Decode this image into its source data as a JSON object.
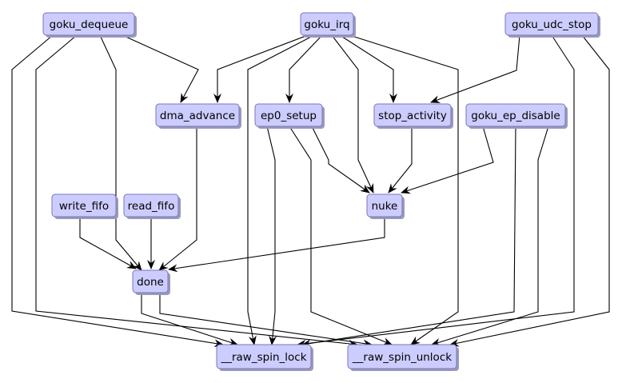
{
  "diagram": {
    "type": "call-graph",
    "colors": {
      "node_fill": "#ccccff",
      "node_border": "#7777bb",
      "node_shadow": "#9a9ab8",
      "edge": "#000000"
    },
    "nodes": [
      {
        "id": "goku_dequeue",
        "label": "goku_dequeue"
      },
      {
        "id": "goku_irq",
        "label": "goku_irq"
      },
      {
        "id": "goku_udc_stop",
        "label": "goku_udc_stop"
      },
      {
        "id": "dma_advance",
        "label": "dma_advance"
      },
      {
        "id": "ep0_setup",
        "label": "ep0_setup"
      },
      {
        "id": "stop_activity",
        "label": "stop_activity"
      },
      {
        "id": "goku_ep_disable",
        "label": "goku_ep_disable"
      },
      {
        "id": "write_fifo",
        "label": "write_fifo"
      },
      {
        "id": "read_fifo",
        "label": "read_fifo"
      },
      {
        "id": "nuke",
        "label": "nuke"
      },
      {
        "id": "done",
        "label": "done"
      },
      {
        "id": "raw_spin_lock",
        "label": "__raw_spin_lock"
      },
      {
        "id": "raw_spin_unlock",
        "label": "__raw_spin_unlock"
      }
    ],
    "edges": [
      {
        "from": "goku_dequeue",
        "to": "raw_spin_lock"
      },
      {
        "from": "goku_dequeue",
        "to": "raw_spin_unlock"
      },
      {
        "from": "goku_dequeue",
        "to": "done"
      },
      {
        "from": "goku_dequeue",
        "to": "dma_advance"
      },
      {
        "from": "goku_irq",
        "to": "dma_advance"
      },
      {
        "from": "goku_irq",
        "to": "raw_spin_lock"
      },
      {
        "from": "goku_irq",
        "to": "ep0_setup"
      },
      {
        "from": "goku_irq",
        "to": "nuke"
      },
      {
        "from": "goku_irq",
        "to": "stop_activity"
      },
      {
        "from": "goku_irq",
        "to": "raw_spin_unlock"
      },
      {
        "from": "goku_udc_stop",
        "to": "stop_activity"
      },
      {
        "from": "goku_udc_stop",
        "to": "raw_spin_lock"
      },
      {
        "from": "goku_udc_stop",
        "to": "raw_spin_unlock"
      },
      {
        "from": "dma_advance",
        "to": "done"
      },
      {
        "from": "ep0_setup",
        "to": "raw_spin_lock"
      },
      {
        "from": "ep0_setup",
        "to": "raw_spin_unlock"
      },
      {
        "from": "ep0_setup",
        "to": "nuke"
      },
      {
        "from": "stop_activity",
        "to": "nuke"
      },
      {
        "from": "goku_ep_disable",
        "to": "nuke"
      },
      {
        "from": "goku_ep_disable",
        "to": "raw_spin_lock"
      },
      {
        "from": "goku_ep_disable",
        "to": "raw_spin_unlock"
      },
      {
        "from": "write_fifo",
        "to": "done"
      },
      {
        "from": "read_fifo",
        "to": "done"
      },
      {
        "from": "nuke",
        "to": "done"
      },
      {
        "from": "done",
        "to": "raw_spin_lock"
      },
      {
        "from": "done",
        "to": "raw_spin_unlock"
      }
    ]
  }
}
